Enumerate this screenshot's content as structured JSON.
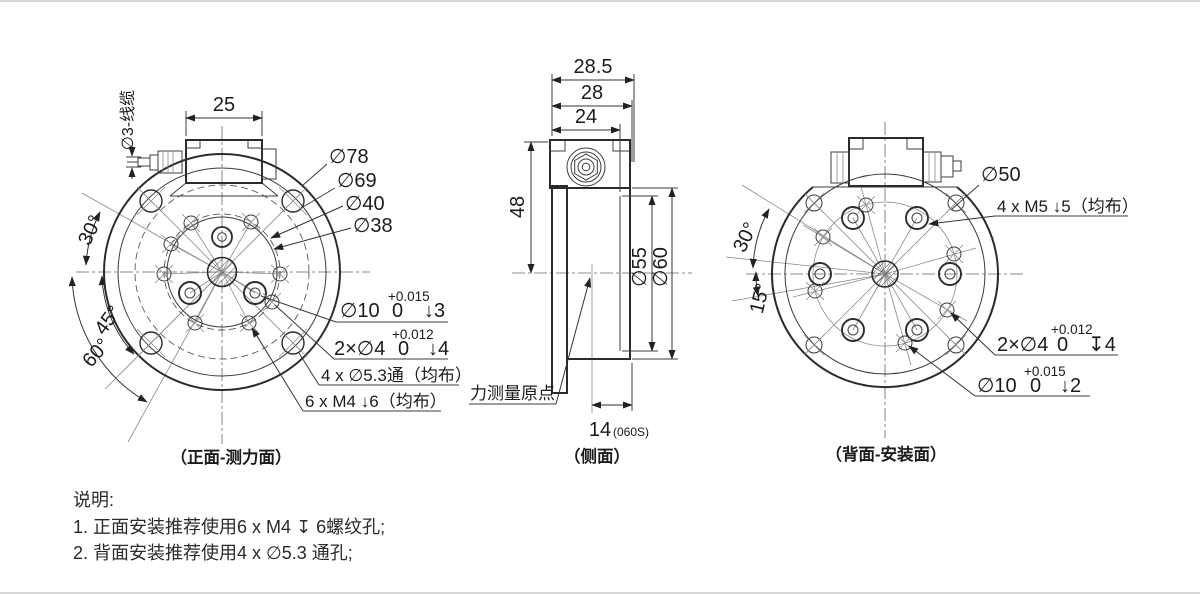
{
  "views": {
    "front": {
      "caption": "（正面-测力面）",
      "dim_25": "25",
      "cable_label": "∅3-线缆",
      "angle_30": "30°",
      "angle_45": "45°",
      "angle_60": "60°",
      "dia_78": "∅78",
      "dia_69": "∅69",
      "dia_40": "∅40",
      "dia_38": "∅38",
      "callout_center_hole": {
        "prefix": "∅10",
        "tol_upper": "+0.015",
        "tol_lower": "0",
        "depth": "↓3"
      },
      "callout_pin_holes": {
        "prefix": "2×∅4",
        "tol_upper": "+0.012",
        "tol_lower": "0",
        "depth": "↓4"
      },
      "callout_through_holes": "4 x ∅5.3通（均布）",
      "callout_thread_holes": "6 x M4 ↓6（均布）"
    },
    "side": {
      "caption": "（侧面）",
      "dim_28_5": "28.5",
      "dim_28": "28",
      "dim_24": "24",
      "dim_48": "48",
      "dia_55": "∅55",
      "dia_60": "∅60",
      "dim_14": "14",
      "dim_14_suffix": "(060S)",
      "origin_label": "力测量原点"
    },
    "back": {
      "caption": "（背面-安装面）",
      "dia_50": "∅50",
      "callout_m5": "4 x M5 ↓5（均布）",
      "angle_30": "30°",
      "angle_15": "15°",
      "callout_pin_holes": {
        "prefix": "2×∅4",
        "tol_upper": "+0.012",
        "tol_lower": "0",
        "depth": "↧4"
      },
      "callout_center_hole": {
        "prefix": "∅10",
        "tol_upper": "+0.015",
        "tol_lower": "0",
        "depth": "↓2"
      }
    }
  },
  "notes": {
    "title": "说明:",
    "items": [
      "1. 正面安装推荐使用6 x M4 ↧ 6螺纹孔;",
      "2. 背面安装推荐使用4 x  ∅5.3 通孔;"
    ]
  },
  "colors": {
    "line": "#2b2b2b",
    "background": "#ffffff"
  }
}
